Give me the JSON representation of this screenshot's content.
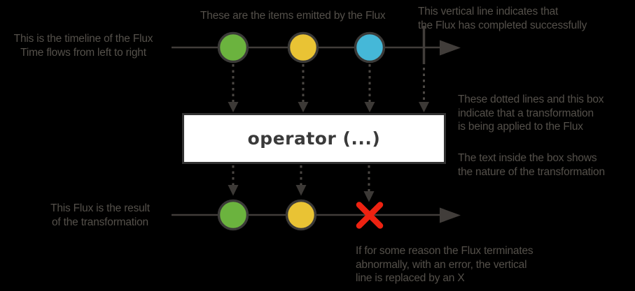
{
  "title": "Flux marble diagram explanation",
  "colors": {
    "background": "#000000",
    "caption_text": "#54504a",
    "timeline": "#413d3a",
    "dotted_line": "#4b4743",
    "marble_outline": "#3b3a38",
    "marble_green": "#6bb33e",
    "marble_yellow": "#e9c334",
    "marble_blue": "#45b8d8",
    "error_red": "#ed2211",
    "box_background": "#ffffff",
    "box_border": "#333333",
    "box_text": "#3a3a3a"
  },
  "notes": {
    "timeline": "This is the timeline of the Flux\nTime flows from left to right",
    "items": "These are the items emitted by the Flux",
    "complete": "This vertical line indicates that\nthe Flux has completed successfully",
    "transform": "These dotted lines and this box\nindicate that a transformation\nis being applied to the Flux",
    "box_text": "The text inside the box shows\nthe nature of the transformation",
    "result": "This Flux is the result\nof the transformation",
    "error": "If for some reason the Flux terminates\nabnormally, with an error, the vertical\nline is replaced by an X"
  },
  "operator_box": {
    "label": "operator (...)"
  },
  "flux": {
    "input_marbles": [
      "green",
      "yellow",
      "blue"
    ],
    "input_terminated": "complete",
    "output_marbles": [
      "green",
      "yellow"
    ],
    "output_terminated": "error"
  }
}
